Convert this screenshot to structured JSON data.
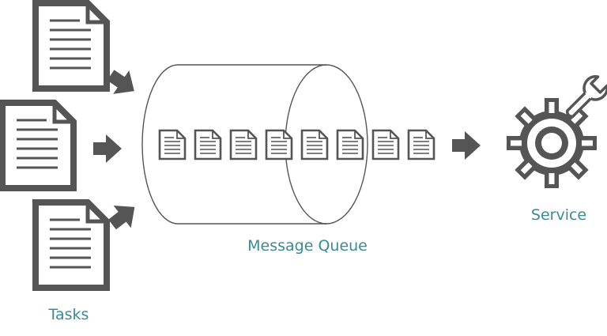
{
  "labels": {
    "tasks": "Tasks",
    "queue": "Message Queue",
    "service": "Service"
  },
  "colors": {
    "label": "#3a8a96",
    "icon": "#555555",
    "icon_fill": "#ffffff",
    "cylinder_stroke": "#555555"
  },
  "icons": {
    "task_document": "document-icon",
    "queued_message": "document-icon",
    "arrow": "arrow-right-icon",
    "service": "gear-icon",
    "tool": "wrench-icon"
  },
  "diagram": {
    "task_count": 3,
    "queued_message_count": 8
  }
}
